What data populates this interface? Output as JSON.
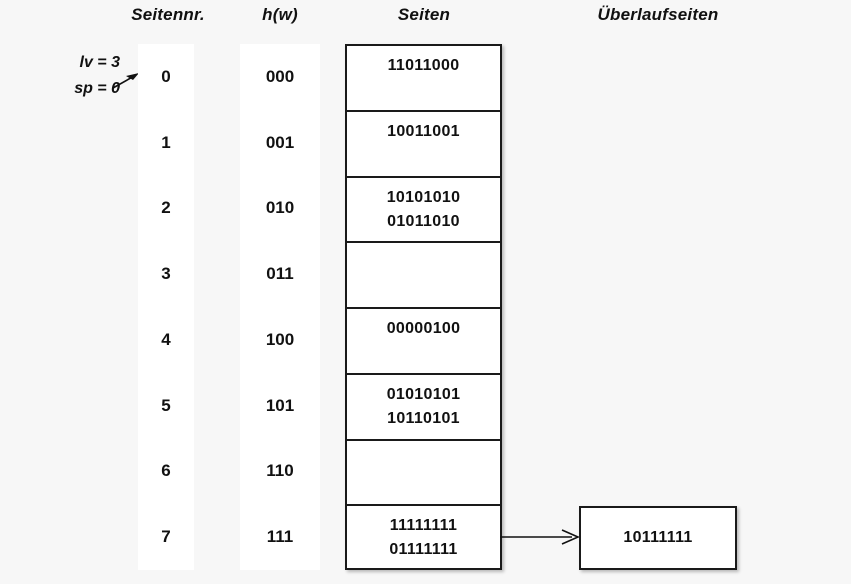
{
  "headers": {
    "seitennr": "Seitennr.",
    "hw": "h(w)",
    "seiten": "Seiten",
    "ueberlaufseiten": "Überlaufseiten"
  },
  "params": {
    "lv": "lv = 3",
    "sp": "sp = 0"
  },
  "rows": [
    {
      "index": "0",
      "hash": "000",
      "entries": [
        "11011000"
      ]
    },
    {
      "index": "1",
      "hash": "001",
      "entries": [
        "10011001"
      ]
    },
    {
      "index": "2",
      "hash": "010",
      "entries": [
        "10101010",
        "01011010"
      ]
    },
    {
      "index": "3",
      "hash": "011",
      "entries": []
    },
    {
      "index": "4",
      "hash": "100",
      "entries": [
        "00000100"
      ]
    },
    {
      "index": "5",
      "hash": "101",
      "entries": [
        "01010101",
        "10110101"
      ]
    },
    {
      "index": "6",
      "hash": "110",
      "entries": []
    },
    {
      "index": "7",
      "hash": "111",
      "entries": [
        "11111111",
        "01111111"
      ]
    }
  ],
  "overflow": {
    "entry": "10111111"
  },
  "colors": {
    "background": "#f7f7f7",
    "box_border": "#1a1a1a",
    "box_fill": "#ffffff",
    "text": "#111111"
  }
}
